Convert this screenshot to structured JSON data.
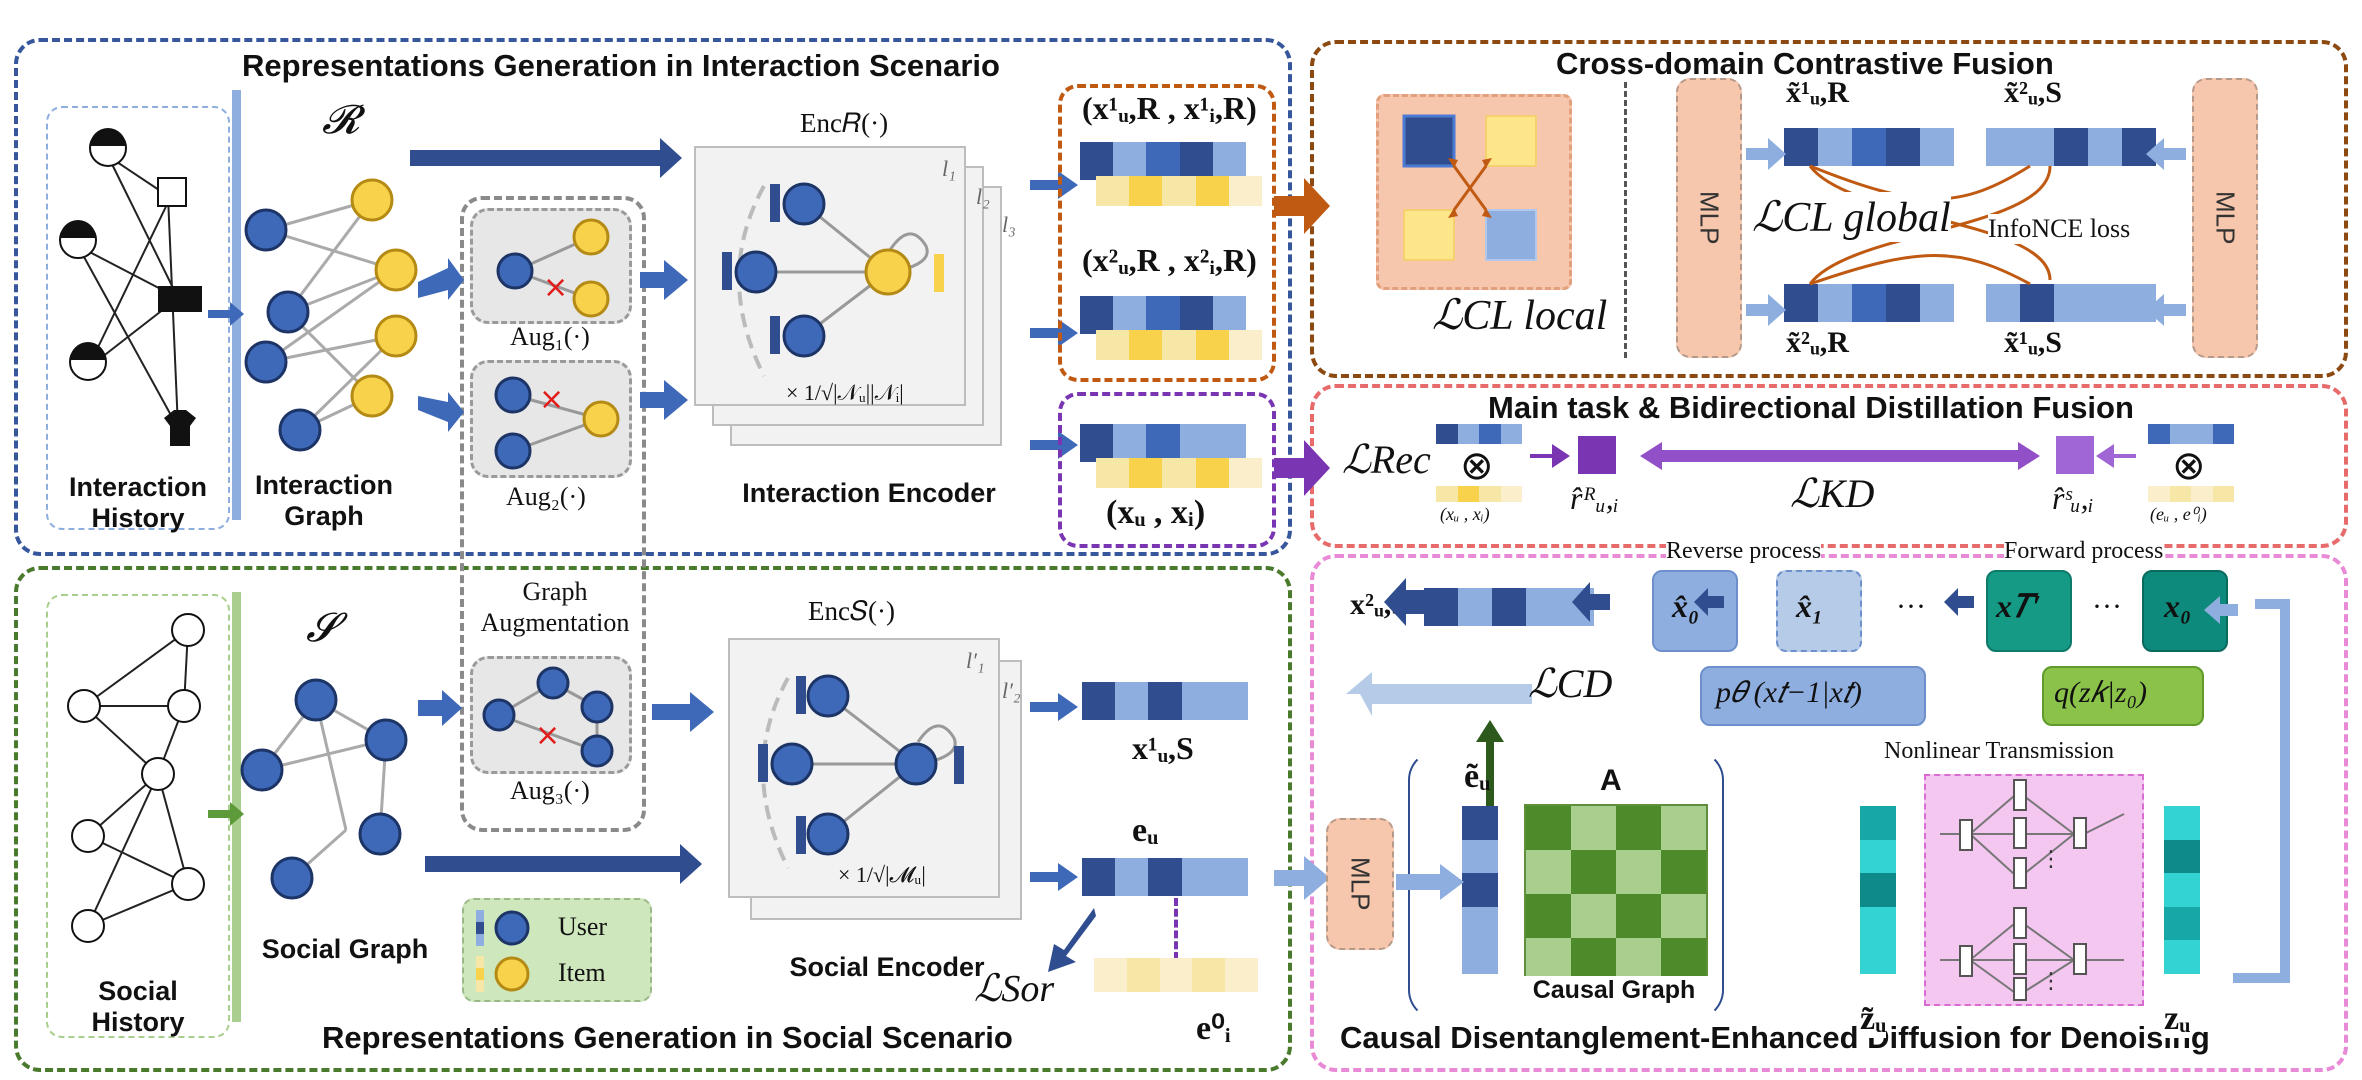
{
  "sections": {
    "interaction_title": "Representations Generation in Interaction Scenario",
    "social_title": "Representations Generation in Social Scenario",
    "cross_domain_title": "Cross-domain Contrastive Fusion",
    "main_task_title": "Main task & Bidirectional Distillation Fusion",
    "diffusion_title": "Causal Disentanglement-Enhanced Diffusion for Denoising"
  },
  "left": {
    "interaction_history": "Interaction History",
    "interaction_graph": "Interaction Graph",
    "r_symbol": "𝓡",
    "social_history": "Social History",
    "social_graph": "Social Graph",
    "s_symbol": "𝓢"
  },
  "augmentation": {
    "aug1": "Aug₁(·)",
    "aug2": "Aug₂(·)",
    "aug3": "Aug₃(·)",
    "label": "Graph Augmentation"
  },
  "encoders": {
    "enc_r": "Enc𝑅(·)",
    "enc_s": "Enc𝑆(·)",
    "l1": "l₁",
    "l2": "l₂",
    "l3": "l₃",
    "lp1": "l′₁",
    "lp2": "l′₂",
    "norm_r": "× 1/√|𝒩ᵤ||𝒩ᵢ|",
    "norm_s": "× 1/√|𝓜ᵤ|",
    "interaction_encoder": "Interaction Encoder",
    "social_encoder": "Social Encoder"
  },
  "embeddings": {
    "x1_pair": "(x¹ᵤ,R , x¹ᵢ,R)",
    "x2_pair": "(x²ᵤ,R , x²ᵢ,R)",
    "x_pair": "(xᵤ , xᵢ)",
    "x1_us": "x¹ᵤ,S",
    "e_u": "eᵤ",
    "e_i0": "e⁰ᵢ",
    "l_sor": "ℒSor"
  },
  "legend": {
    "user": "User",
    "item": "Item"
  },
  "cross_domain": {
    "l_local": "ℒCL local",
    "l_global": "ℒCL global",
    "infonce": "InfoNCE loss",
    "mlp": "MLP",
    "xt1_ur": "x̃¹ᵤ,R",
    "xt2_us": "x̃²ᵤ,S",
    "xt2_ur": "x̃²ᵤ,R",
    "xt1_us": "x̃¹ᵤ,S"
  },
  "main_task": {
    "l_rec": "ℒRec",
    "l_kd": "ℒKD",
    "r_hat_r": "r̂ᴿᵤ,ᵢ",
    "r_hat_s": "r̂ˢᵤ,ᵢ",
    "pair_left": "(xᵤ , xᵢ)",
    "pair_right": "(eᵤ , e⁰ᵢ)",
    "otimes": "⊗"
  },
  "diffusion": {
    "reverse": "Reverse process",
    "forward": "Forward process",
    "x2_us": "x²ᵤ,S",
    "x0_hat": "x̂₀",
    "x1_hat": "x̂₁",
    "xT": "x𝑇′",
    "x0": "x₀",
    "dots": "···",
    "l_cd": "ℒCD",
    "p_theta": "p𝜃 (x𝑡−1|x𝑡)",
    "q": "q(z𝑘|z₀)",
    "nonlinear": "Nonlinear Transmission",
    "e_tilde_u": "ẽᵤ",
    "A": "A",
    "causal_graph": "Causal Graph",
    "z_tilde_u": "z̃ᵤ",
    "z_u": "zᵤ",
    "mlp": "MLP"
  },
  "colors": {
    "blue_dark": "#2f4d8f",
    "blue_mid": "#3e69b8",
    "blue_light": "#8faee0",
    "yellow": "#f7d24a",
    "purple": "#7a36b2",
    "orange": "#c05a12",
    "green_frame": "#4a7a2c",
    "pink_frame": "#e98ad6"
  }
}
